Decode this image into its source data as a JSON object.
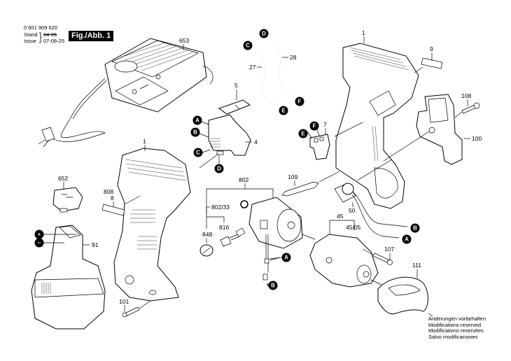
{
  "header": {
    "doc_number": "0 601 909 620",
    "stand_label": "Stand",
    "issue_label": "Issue",
    "brace": "}",
    "stand_value": "04-05",
    "issue_value": "07-06-25",
    "figure_label": "Fig./Abb. 1"
  },
  "disclaimer": [
    "Änderungen vorbehalten",
    "Modifications reserved",
    "Modifications reservées",
    "Salvo modificaciones"
  ],
  "part_labels": {
    "charger": "653",
    "cable_27": "27",
    "cable_28": "28",
    "housing_right": "1",
    "housing_left": "1",
    "nameplate_9": "9",
    "switch_cover_5": "5",
    "switch_4": "4",
    "terminal_7": "7",
    "screw_108": "108",
    "belt_clip_100": "100",
    "bit_109": "109",
    "motor_802": "802",
    "ring_802_33": "802/33",
    "brush_816": "816",
    "cap_848": "848",
    "led_50": "50",
    "gear_45": "45",
    "gear_45_05": "45/05",
    "screw_107": "107",
    "cover_111": "111",
    "screw_101": "101",
    "cap_652": "652",
    "battery_91": "91",
    "label_808": "808",
    "label_8": "8"
  },
  "connectors": {
    "A": "A",
    "B": "B",
    "C": "C",
    "D": "D",
    "E": "E",
    "F": "F",
    "plus": "+",
    "minus": "−"
  },
  "icons": {
    "connector": "filled-circle-letter",
    "polarity": "filled-circle-sign"
  }
}
